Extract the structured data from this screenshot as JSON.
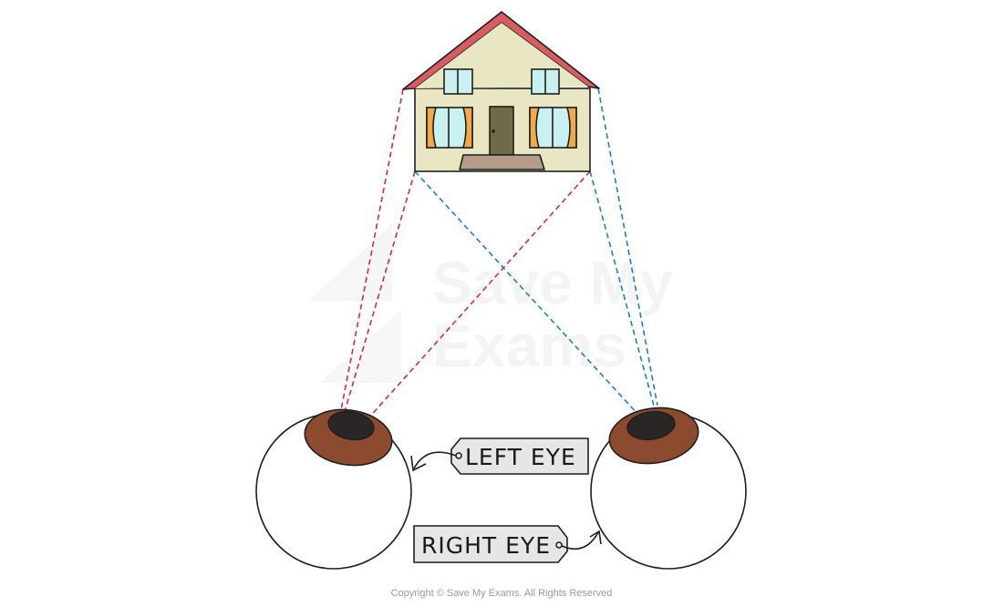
{
  "labels": {
    "left_eye": "LEFT EYE",
    "right_eye": "RIGHT EYE"
  },
  "watermark": {
    "line1": "Save My",
    "line2": "Exams"
  },
  "copyright": "Copyright © Save My Exams. All Rights Reserved",
  "colors": {
    "left_eye_rays": "#d22a4a",
    "right_eye_rays": "#1f7fc0",
    "roof": "#d95c63",
    "house_wall": "#e9e6c3",
    "window_glass": "#c9f1f1",
    "curtain": "#f2a94e",
    "door": "#6f6a47",
    "step": "#b59c88",
    "iris": "#8c4a2e",
    "pupil": "#2a2626",
    "tag_fill": "#e6e6e6"
  }
}
